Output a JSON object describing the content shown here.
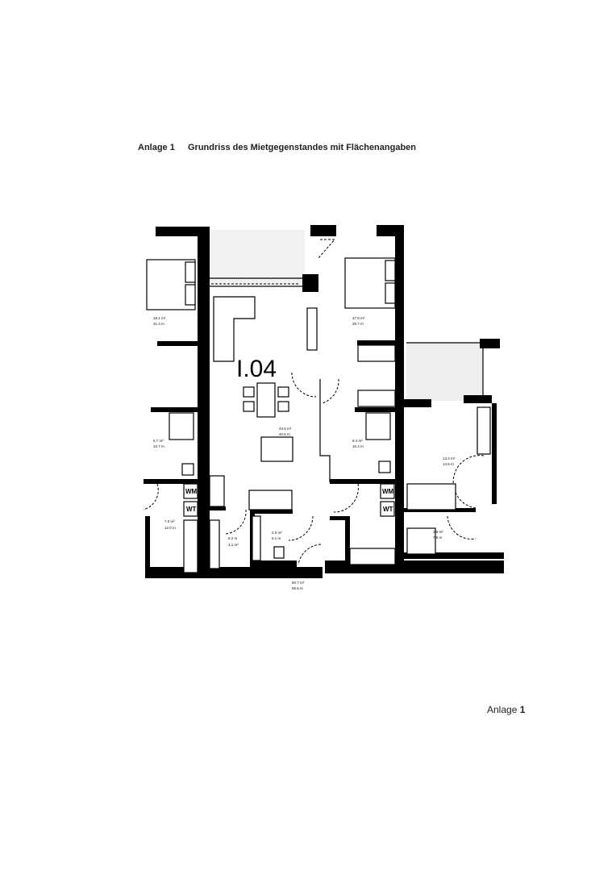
{
  "header": {
    "label": "Anlage 1",
    "title": "Grundriss des Mietgegenstandes mit Flächenangaben"
  },
  "footer": {
    "prefix": "Anlage ",
    "number": "1"
  },
  "plan": {
    "unit_id": "I.04",
    "appliances": {
      "washer": "WM",
      "dryer": "WT"
    },
    "rooms": [
      {
        "name": "bedroom-left",
        "area": "18.1 m²",
        "perimeter": "21.3 m"
      },
      {
        "name": "bedroom-right",
        "area": "17.8 m²",
        "perimeter": "29.7 m"
      },
      {
        "name": "bath-left",
        "area": "6.7 m²",
        "perimeter": "10.7 m"
      },
      {
        "name": "living",
        "area": "44.6 m²",
        "perimeter": "40.5 m"
      },
      {
        "name": "bath-right",
        "area": "8.4 m²",
        "perimeter": "10.4 m"
      },
      {
        "name": "utility-left",
        "area": "7.0 m²",
        "perimeter": "12.0 m"
      },
      {
        "name": "storage",
        "area": "8.2 m",
        "perimeter": "4.1 m²"
      },
      {
        "name": "wc",
        "area": "2.0 m²",
        "perimeter": "6.1 m"
      },
      {
        "name": "total",
        "area": "50.7 m²",
        "perimeter": "55.6 m"
      },
      {
        "name": "bedroom-east",
        "area": "13.4 m²",
        "perimeter": "14.6 m"
      },
      {
        "name": "bath-east",
        "area": "3.6 m²",
        "perimeter": "7.6 m"
      }
    ]
  }
}
